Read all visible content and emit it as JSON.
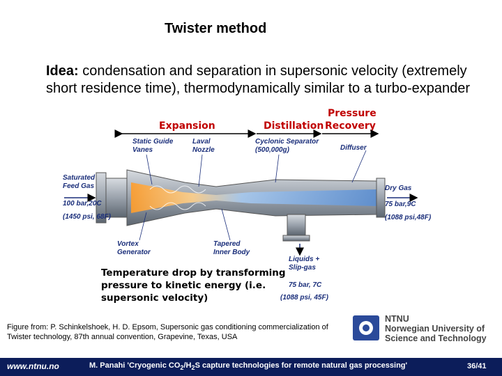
{
  "title": "Twister method",
  "idea": {
    "label": "Idea:",
    "text": " condensation and separation in supersonic velocity (extremely short residence time), thermodynamically similar to a turbo-expander"
  },
  "stages": {
    "expansion": "Expansion",
    "distillation": "Distillation",
    "pressure": "Pressure",
    "recovery": "Recovery"
  },
  "diagram": {
    "static_guide": "Static Guide",
    "vanes": "Vanes",
    "laval": "Laval",
    "nozzle": "Nozzle",
    "cyclonic": "Cyclonic Separator",
    "cyclonic_g": "(500,000g)",
    "diffuser": "Diffuser",
    "saturated": "Saturated",
    "feed_gas": "Feed Gas",
    "inlet_p": "100 bar,20C",
    "inlet_psi": "(1450 psi, 68F)",
    "dry_gas": "Dry Gas",
    "dry_p": "75 bar,9C",
    "dry_psi": "(1088 psi,48F)",
    "vortex": "Vortex",
    "generator": "Generator",
    "tapered": "Tapered",
    "inner_body": "Inner Body",
    "liquids": "Liquids +",
    "slip_gas": "Slip-gas",
    "liq_p": "75 bar, 7C",
    "liq_psi": "(1088 psi, 45F)"
  },
  "note": {
    "line1": "Temperature drop by transforming",
    "line2": "pressure to kinetic energy (i.e.",
    "line3": "supersonic velocity)"
  },
  "citation": "Figure from: P. Schinkelshoek, H. D. Epsom, Supersonic gas conditioning commercialization of Twister technology, 87th annual convention, Grapevine, Texas, USA",
  "ntnu": {
    "line1": "NTNU",
    "line2": "Norwegian University of",
    "line3": "Science and Technology"
  },
  "footer": {
    "url": "www.ntnu.no",
    "author": "M. Panahi ",
    "talk_a": "'Cryogenic CO",
    "sub2a": "2",
    "talk_b": "/H",
    "sub2b": "2",
    "talk_c": "S capture technologies for remote natural gas processing'",
    "page": "36/41"
  },
  "colors": {
    "label_red": "#c00000",
    "diagram_text": "#1a2e7a",
    "footer_bg": "#0c1d5a",
    "ntnu_blue": "#2b4a9a"
  }
}
